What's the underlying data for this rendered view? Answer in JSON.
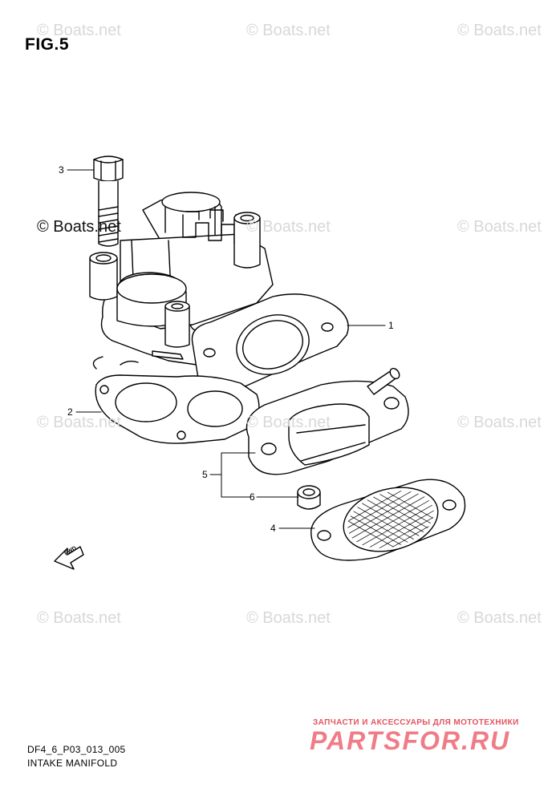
{
  "figure": {
    "title": "FIG.5"
  },
  "watermark": {
    "text": "© Boats.net",
    "color": "#d8d8d8",
    "emphasized_color": "#111111"
  },
  "callouts": [
    {
      "number": "1",
      "part": "intake-manifold"
    },
    {
      "number": "2",
      "part": "gasket"
    },
    {
      "number": "3",
      "part": "bolt"
    },
    {
      "number": "4",
      "part": "screen-gasket"
    },
    {
      "number": "5",
      "part": "insulator"
    },
    {
      "number": "6",
      "part": "collar"
    }
  ],
  "direction_marker": {
    "text": "FWD"
  },
  "footer": {
    "code": "DF4_6_P03_013_005",
    "caption": "INTAKE MANIFOLD"
  },
  "brand": {
    "tagline": "ЗАПЧАСТИ И АКСЕССУАРЫ ДЛЯ МОТОТЕХНИКИ",
    "logo_text": "PARTSFOR.RU",
    "color": "#ef7c86"
  }
}
